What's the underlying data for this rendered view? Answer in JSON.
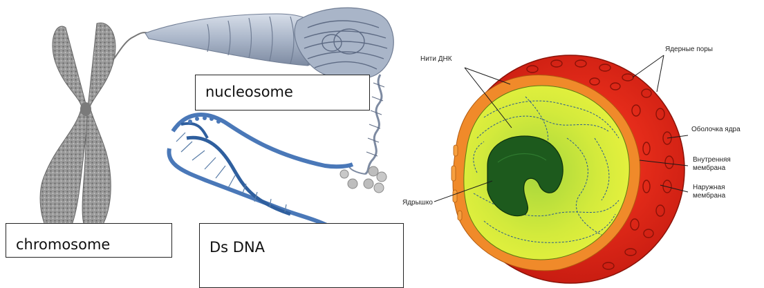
{
  "labels": {
    "nucleosome": "nucleosome",
    "chromosome": "chromosome",
    "ds_dna": "Ds DNA"
  },
  "nucleus_labels": {
    "dna_threads": "Нити ДНК",
    "nuclear_pores": "Ядерные поры",
    "nuclear_envelope": "Оболочка ядра",
    "inner_membrane_line1": "Внутренняя",
    "inner_membrane_line2": "мембрана",
    "outer_membrane_line1": "Наружная",
    "outer_membrane_line2": "мембрана",
    "nucleolus": "Ядрышко"
  },
  "colors": {
    "chromosome": "#8a8a8a",
    "nucleosome_fiber": "#9aa9c0",
    "dna_helix": "#4a78b8",
    "nucleus_outer": "#e8271a",
    "nucleus_membrane": "#f08a2a",
    "nucleoplasm": "#dfee3a",
    "nucleoplasm_inner": "#a8d83a",
    "nucleolus": "#1d5a1d"
  }
}
